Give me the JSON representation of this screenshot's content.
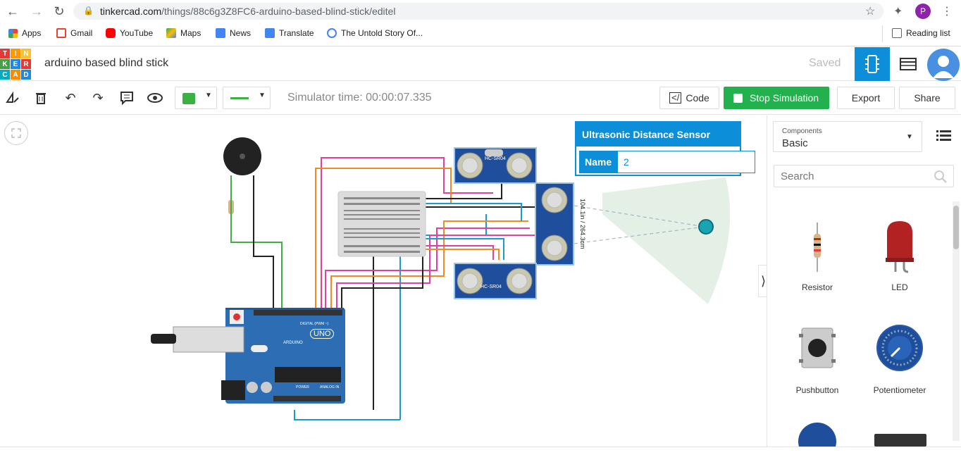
{
  "browser": {
    "url_host": "tinkercad.com",
    "url_path": "/things/88c6g3Z8FC6-arduino-based-blind-stick/editel",
    "profile_initial": "P",
    "bookmarks": [
      "Apps",
      "Gmail",
      "YouTube",
      "Maps",
      "News",
      "Translate",
      "The Untold Story Of..."
    ],
    "reading_list": "Reading list"
  },
  "app": {
    "logo_letters": [
      "T",
      "I",
      "N",
      "K",
      "E",
      "R",
      "C",
      "A",
      "D"
    ],
    "logo_colors": [
      "#e53935",
      "#ff9800",
      "#fbc02d",
      "#43a047",
      "#1e88e5",
      "#e53935",
      "#00acc1",
      "#fb8c00",
      "#1e88e5"
    ],
    "title": "arduino based blind stick",
    "status": "Saved",
    "accent": "#0c8ed8"
  },
  "toolbar": {
    "sim_time": "Simulator time: 00:00:07.335",
    "code_label": "Code",
    "stop_label": "Stop Simulation",
    "export_label": "Export",
    "share_label": "Share",
    "fill_color": "#3cb043",
    "stop_color": "#22b14c"
  },
  "inspector": {
    "title": "Ultrasonic Distance Sensor",
    "name_label": "Name",
    "name_value": "2"
  },
  "canvas": {
    "sensor_reading": "104.1in / 264.3cm",
    "sensor_model": "HC-SR04",
    "arduino_label": "UNO",
    "arduino_sub": "ARDUINO",
    "digital_label": "DIGITAL (PWM ~)",
    "power_label": "POWER",
    "analog_label": "ANALOG IN"
  },
  "panel": {
    "components_label": "Components",
    "components_value": "Basic",
    "search_placeholder": "Search",
    "items": [
      "Resistor",
      "LED",
      "Pushbutton",
      "Potentiometer"
    ]
  }
}
